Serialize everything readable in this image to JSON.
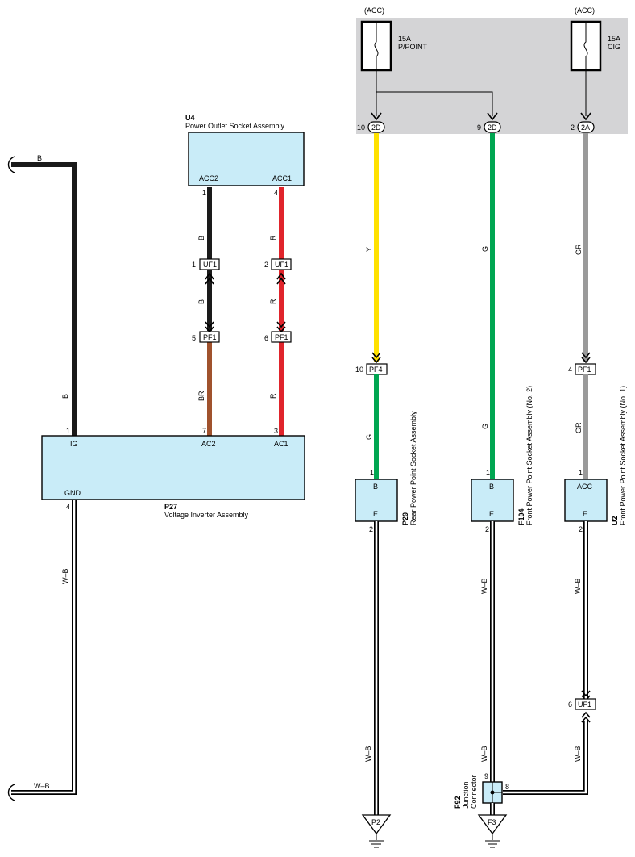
{
  "colors": {
    "black": "#1a1a1a",
    "red": "#e0242b",
    "brown": "#a0522d",
    "yellow": "#ffe100",
    "green": "#00a651",
    "gray": "#9a9a9a",
    "component_fill": "#c9ecf8",
    "junction_block": "#d4d4d6"
  },
  "fuses": [
    {
      "source": "(ACC)",
      "amp": "15A",
      "name": "P/POINT"
    },
    {
      "source": "(ACC)",
      "amp": "15A",
      "name": "CIG"
    }
  ],
  "junction_connectors": [
    {
      "pin": "10",
      "code": "2D"
    },
    {
      "pin": "9",
      "code": "2D"
    },
    {
      "pin": "2",
      "code": "2A"
    }
  ],
  "u4": {
    "code": "U4",
    "name": "Power Outlet Socket Assembly",
    "acc2": "ACC2",
    "acc1": "ACC1",
    "pin_acc2": "1",
    "pin_acc1": "4"
  },
  "p27": {
    "code": "P27",
    "name": "Voltage Inverter Assembly",
    "ig": "IG",
    "ac2": "AC2",
    "ac1": "AC1",
    "gnd": "GND",
    "pin_ig": "1",
    "pin_ac2": "7",
    "pin_ac1": "3",
    "pin_gnd": "4"
  },
  "inline": {
    "uf1_a": {
      "pin": "1",
      "code": "UF1"
    },
    "uf1_b": {
      "pin": "2",
      "code": "UF1"
    },
    "pf1_a": {
      "pin": "5",
      "code": "PF1"
    },
    "pf1_b": {
      "pin": "6",
      "code": "PF1"
    },
    "pf4": {
      "pin": "10",
      "code": "PF4"
    },
    "pf1_c": {
      "pin": "4",
      "code": "PF1"
    },
    "uf1_c": {
      "pin": "6",
      "code": "UF1"
    }
  },
  "wire_labels": {
    "b_top": "B",
    "b_left": "B",
    "b_u4_1": "B",
    "b_u4_2": "B",
    "r_1": "R",
    "r_2": "R",
    "r_3": "R",
    "br": "BR",
    "wb_left": "W–B",
    "wb_bottom": "W–B",
    "y": "Y",
    "g_p29": "G",
    "g_f104a": "G",
    "g_f104b": "G",
    "gr_1": "GR",
    "gr_2": "GR",
    "wb_p29": "W–B",
    "wb_f104a": "W–B",
    "wb_f104b": "W–B",
    "wb_u2a": "W–B",
    "wb_u2b": "W–B"
  },
  "sockets": [
    {
      "code": "P29",
      "name": "Rear Power Point Socket Assembly",
      "top": "B",
      "bottom": "E",
      "pin_top": "1",
      "pin_bottom": "2"
    },
    {
      "code": "F104",
      "name": "Front Power Point Socket Assembly (No. 2)",
      "top": "B",
      "bottom": "E",
      "pin_top": "1",
      "pin_bottom": "2"
    },
    {
      "code": "U2",
      "name": "Front Power Point Socket Assembly (No. 1)",
      "top": "ACC",
      "bottom": "E",
      "pin_top": "1",
      "pin_bottom": "2"
    }
  ],
  "f92": {
    "code": "F92",
    "name_line1": "Junction",
    "name_line2": "Connector",
    "pin_top": "9",
    "pin_right": "8"
  },
  "grounds": [
    {
      "code": "P2"
    },
    {
      "code": "F3"
    }
  ]
}
